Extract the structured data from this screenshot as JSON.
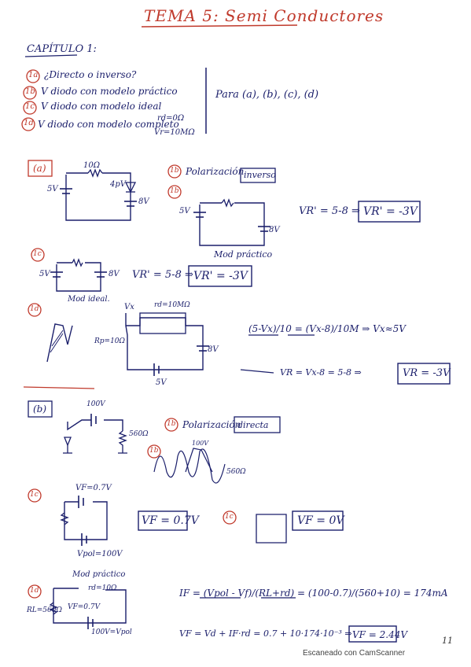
{
  "title": "TEMA 5: Semi Conductores",
  "section_header": "CAPÍTULO 1:",
  "questions": [
    {
      "num": "1a",
      "text": "¿Directo o inverso?"
    },
    {
      "num": "1b",
      "text": "V diodo con modelo práctico"
    },
    {
      "num": "1c",
      "text": "V diodo con modelo ideal"
    },
    {
      "num": "1d",
      "text": "V diodo con modelo completo"
    }
  ],
  "complete_model": {
    "rd": "rd=0Ω",
    "vr": "Vr=10MΩ"
  },
  "brace_note": "Para (a), (b), (c), (d)",
  "section_a": {
    "label": "(a)",
    "left_source": "5V",
    "resistor": "10Ω",
    "diode": "4pV",
    "right_source": "8V",
    "b_label": "Polarización",
    "b_answer": "inverso",
    "b_num": "1b",
    "b_sources": [
      "5V",
      "8V"
    ],
    "b_mod_label": "Mod práctico",
    "b_eq": "VR' = 5-8 ⇒",
    "b_result": "VR' = -3V",
    "c_num": "1c",
    "c_sources": [
      "5V",
      "8V"
    ],
    "c_mod_label": "Mod ideal.",
    "c_eq": "VR' = 5-8 ⇒",
    "c_result": "VR' = -3V",
    "d_num": "1d",
    "d_vx": "Vx",
    "d_rd": "rd=10MΩ",
    "d_rp": "Rp=10Ω",
    "d_sources": [
      "8V",
      "5V"
    ],
    "d_eq1": "(5-Vx)/10 = (Vx-8)/10M ⇒ Vx≈5V",
    "d_eq2": "VR = Vx-8 = 5-8 ⇒",
    "d_result": "VR = -3V"
  },
  "section_b": {
    "label": "(b)",
    "source": "100V",
    "resistor": "560Ω",
    "b_num": "1b",
    "b_label": "Polarización",
    "b_answer": "directa",
    "b_rail": "100V",
    "b_resistor": "560Ω",
    "c_num": "1c",
    "c_vf": "VF=0.7V",
    "c_vpol": "Vpol=100V",
    "c_result": "VF = 0.7V",
    "c2_num": "1c",
    "c2_result": "VF = 0V",
    "d_num": "1d",
    "d_mod_label": "Mod práctico",
    "d_vd": "VF=0.7V",
    "d_rd": "rd=10Ω",
    "d_rl": "RL=560Ω",
    "d_vpol": "100V=Vpol",
    "d_eq1": "IF = (Vpol - Vf)/(RL+rd) = (100-0.7)/(560+10) = 174mA",
    "d_eq2": "VF = Vd + IF·rd = 0.7 + 10·174·10⁻³ ⇒",
    "d_result": "VF = 2.44V"
  },
  "footer": "Escaneado con CamScanner",
  "page_number": "11"
}
